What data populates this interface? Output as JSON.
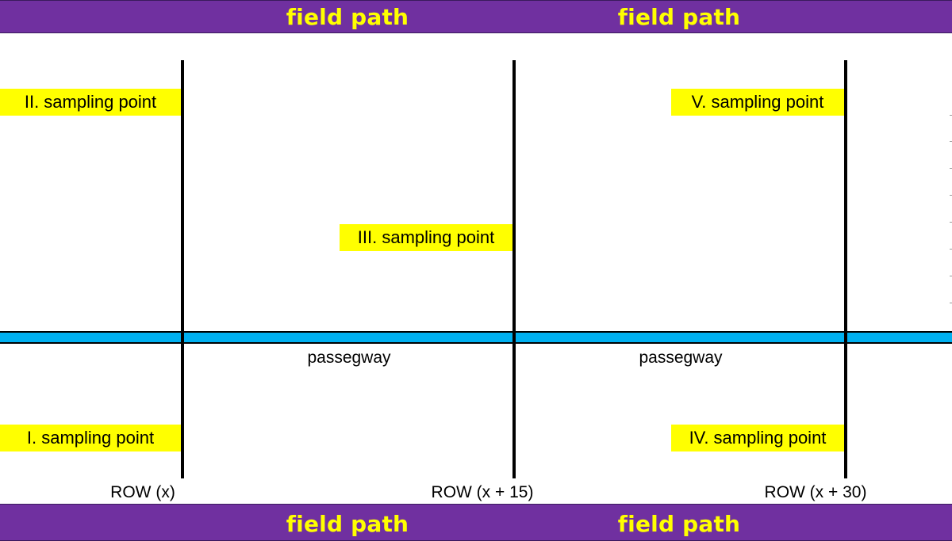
{
  "bands": {
    "top": [
      "field path",
      "field path"
    ],
    "bottom": [
      "field path",
      "field path"
    ]
  },
  "passageway_labels": [
    "passegway",
    "passegway"
  ],
  "sampling_points": [
    "I. sampling point",
    "II. sampling point",
    "III. sampling point",
    "IV. sampling point",
    "V. sampling point"
  ],
  "rows": [
    "ROW (x)",
    "ROW (x + 15)",
    "ROW (x + 30)"
  ],
  "colors": {
    "field_path_band": "#7030a0",
    "field_path_text": "#ffff00",
    "passageway": "#00b0f0",
    "sampling_point_fill": "#ffff00",
    "row_line": "#000000"
  }
}
